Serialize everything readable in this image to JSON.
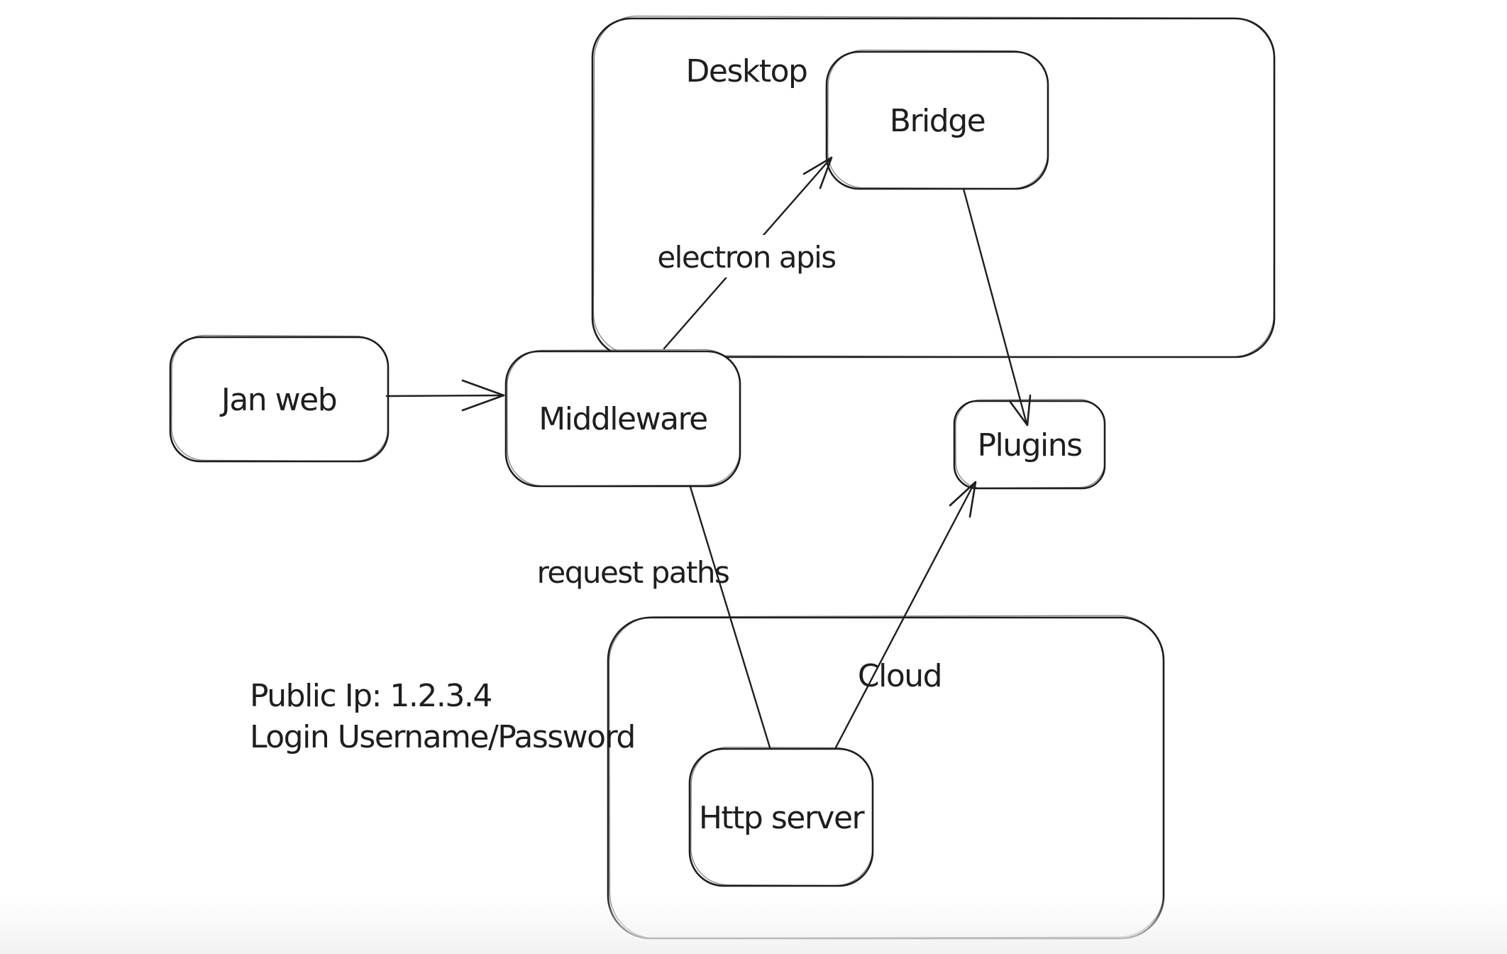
{
  "canvas": {
    "background": "#ffffff",
    "stroke_color": "#1e1e1e",
    "bottom_fade_color": "#f2f2f2"
  },
  "containers": [
    {
      "id": "desktop",
      "label": "Desktop"
    },
    {
      "id": "cloud",
      "label": "Cloud"
    }
  ],
  "nodes": [
    {
      "id": "jan-web",
      "label": "Jan web"
    },
    {
      "id": "middleware",
      "label": "Middleware"
    },
    {
      "id": "bridge",
      "label": "Bridge"
    },
    {
      "id": "plugins",
      "label": "Plugins"
    },
    {
      "id": "http-server",
      "label": "Http server"
    }
  ],
  "edges": [
    {
      "id": "jan-web-to-middleware",
      "from": "Jan web",
      "to": "Middleware",
      "label": "",
      "arrow": true
    },
    {
      "id": "middleware-to-bridge",
      "from": "Middleware",
      "to": "Bridge",
      "label": "electron apis",
      "arrow": true
    },
    {
      "id": "bridge-to-plugins",
      "from": "Bridge",
      "to": "Plugins",
      "label": "",
      "arrow": true
    },
    {
      "id": "middleware-to-http-server",
      "from": "Middleware",
      "to": "Http server",
      "label": "request paths",
      "arrow": false
    },
    {
      "id": "http-server-to-plugins",
      "from": "Http server",
      "to": "Plugins",
      "label": "",
      "arrow": true
    }
  ],
  "annotations": {
    "line1": "Public Ip: 1.2.3.4",
    "line2": "Login Username/Password"
  }
}
